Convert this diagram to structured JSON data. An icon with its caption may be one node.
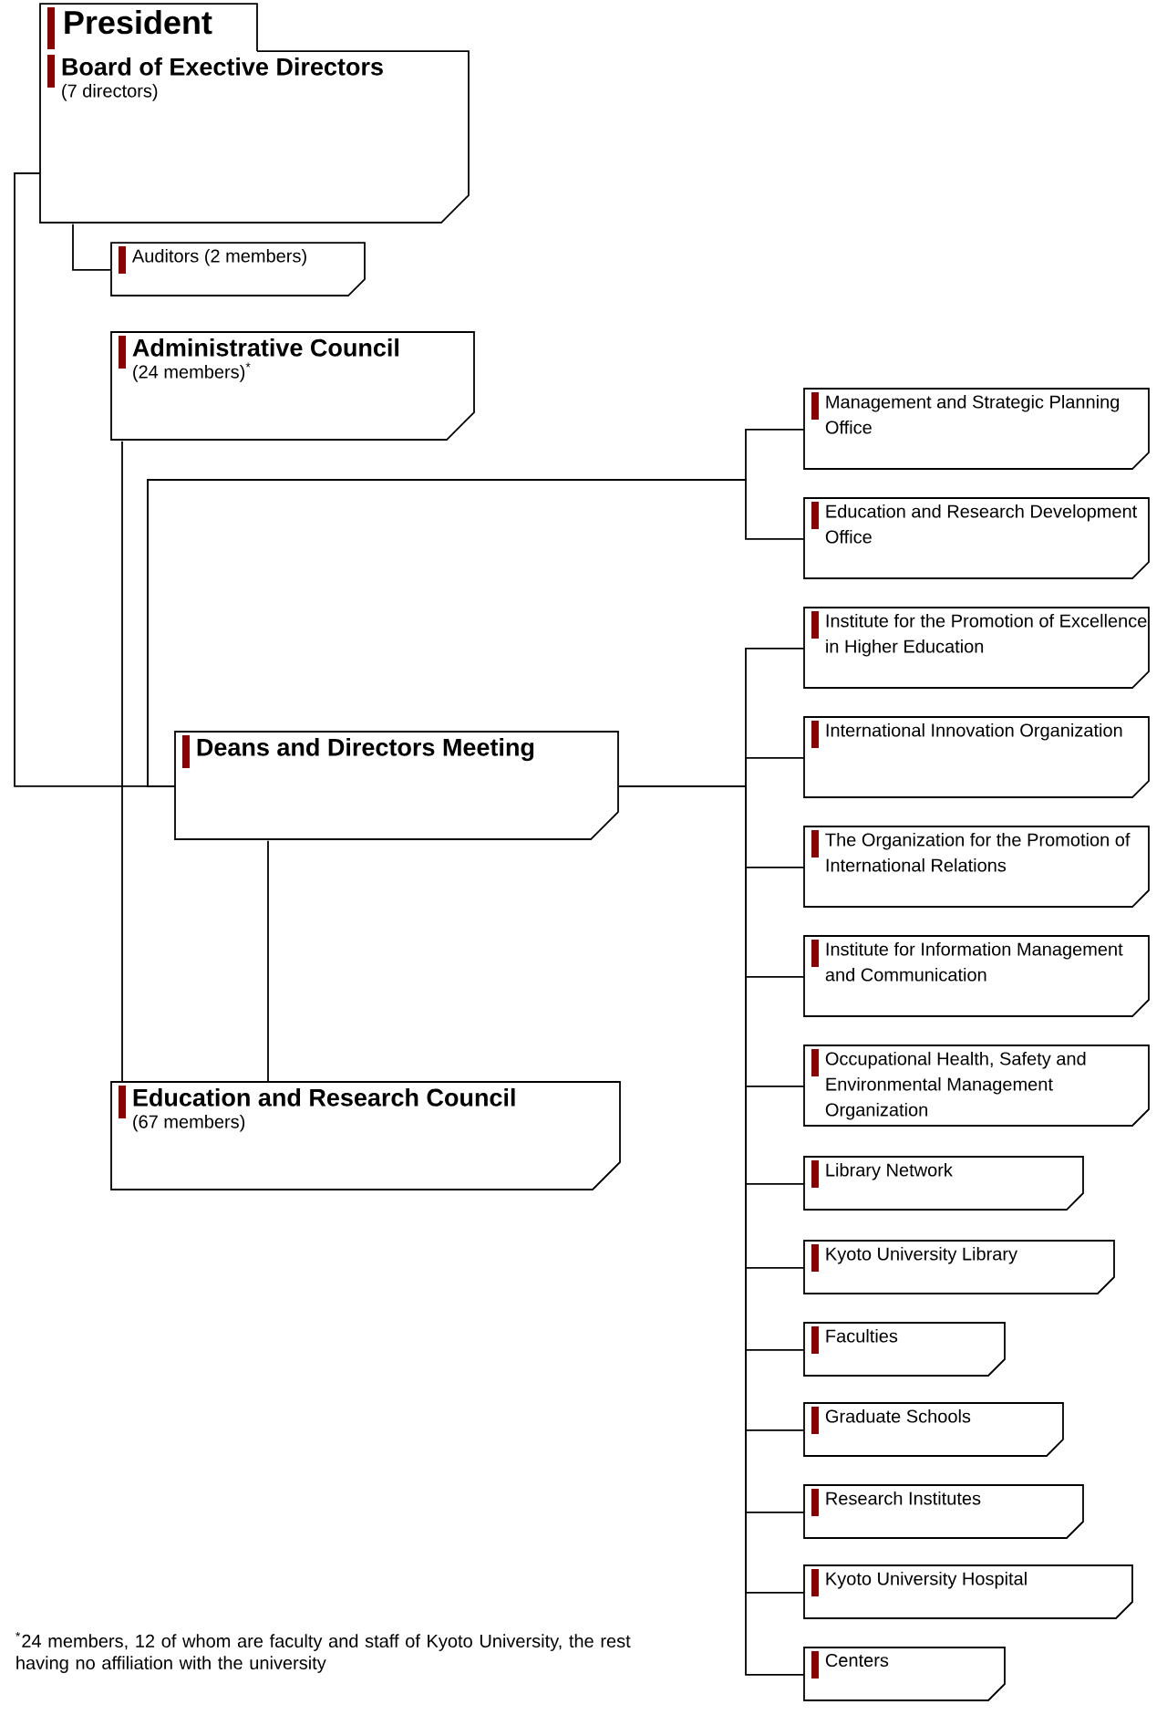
{
  "diagram": {
    "nodes": [
      {
        "text": [
          "President"
        ]
      },
      {
        "text": [
          "Board of Exective Directors",
          "(7 directors)"
        ]
      },
      {
        "text": [
          "Auditors (2 members)"
        ]
      },
      {
        "text": [
          "Administrative Council",
          "(24 members)$^{*}$"
        ]
      },
      {
        "text": [
          "Management and Strategic Planning Office"
        ]
      },
      {
        "text": [
          "Education and Research Development Office"
        ]
      },
      {
        "text": [
          "Institute for the Promotion of Excellence in Higher Education"
        ]
      },
      {
        "text": [
          "International Innovation Organization"
        ]
      },
      {
        "text": [
          "The Organization for the Promotion of International Relations"
        ]
      },
      {
        "text": [
          "Institute for Information Management and Communication"
        ]
      },
      {
        "text": [
          "Occupational Health, Safety and Environmental Management Organization"
        ]
      },
      {
        "text": [
          "Library Network"
        ]
      },
      {
        "text": [
          "Kyoto University Library"
        ]
      },
      {
        "text": [
          "Faculties"
        ]
      },
      {
        "text": [
          "Graduate Schools"
        ]
      },
      {
        "text": [
          "Research Institutes"
        ]
      },
      {
        "text": [
          "Kyoto University Hospital"
        ]
      },
      {
        "text": [
          "Centers"
        ]
      },
      {
        "text": [
          "Deans and Directors Meeting"
        ]
      },
      {
        "text": [
          "Education and Research Council",
          "(67 members)"
        ]
      }
    ],
    "edges": [
      {
        "from": 1,
        "to": 2,
        "arrow": "none"
      },
      {
        "from": 1,
        "to": 18,
        "arrow": "none"
      },
      {
        "from": 3,
        "to": 19,
        "arrow": "none"
      },
      {
        "from": 18,
        "to": 4,
        "arrow": "none"
      },
      {
        "from": 18,
        "to": 5,
        "arrow": "none"
      },
      {
        "from": 18,
        "to": 6,
        "arrow": "none"
      },
      {
        "from": 18,
        "to": 7,
        "arrow": "none"
      },
      {
        "from": 18,
        "to": 8,
        "arrow": "none"
      },
      {
        "from": 18,
        "to": 9,
        "arrow": "none"
      },
      {
        "from": 18,
        "to": 10,
        "arrow": "none"
      },
      {
        "from": 18,
        "to": 11,
        "arrow": "none"
      },
      {
        "from": 18,
        "to": 12,
        "arrow": "none"
      },
      {
        "from": 18,
        "to": 13,
        "arrow": "none"
      },
      {
        "from": 18,
        "to": 14,
        "arrow": "none"
      },
      {
        "from": 18,
        "to": 15,
        "arrow": "none"
      },
      {
        "from": 18,
        "to": 16,
        "arrow": "none"
      },
      {
        "from": 18,
        "to": 17,
        "arrow": "none"
      },
      {
        "from": 18,
        "to": 19,
        "arrow": "none"
      }
    ],
    "labels": [
      "$^{*}$24 members, 12 of whom are faculty and staff of Kyoto University, the rest having no affiliation with the university"
    ]
  }
}
